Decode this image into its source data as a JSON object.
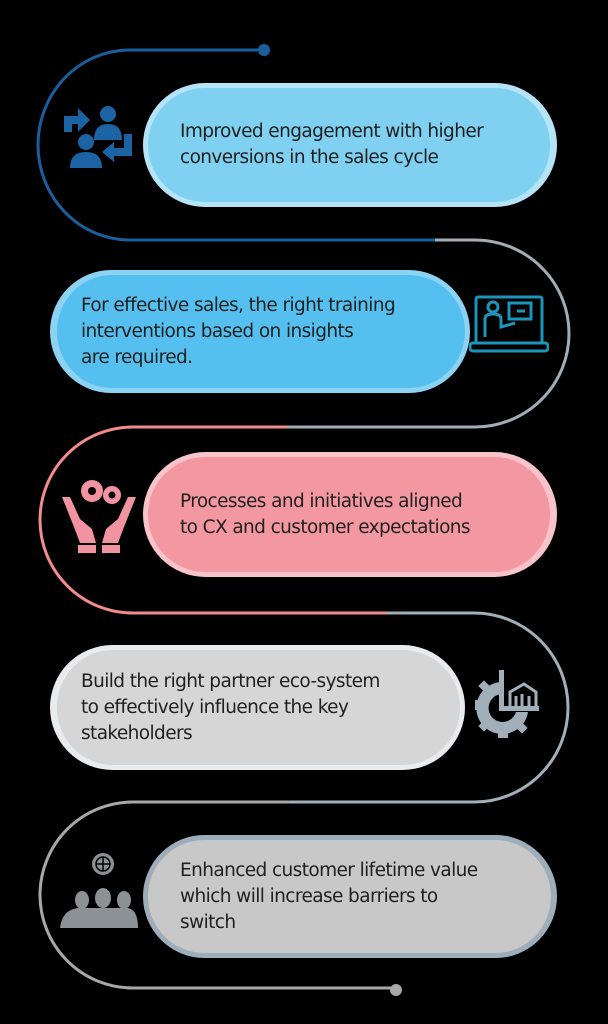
{
  "steps": [
    {
      "text": "Improved engagement with higher conversions in the sales cycle",
      "lines": [
        "Improved engagement with higher",
        "conversions in the sales cycle"
      ],
      "icon": "people-exchange-icon",
      "fill": "#7fd0f1",
      "border": "#b5e3f7",
      "icon_color": "#1b63a3"
    },
    {
      "text": "For effective sales, the right training interventions based on insights are required.",
      "lines": [
        "For effective sales, the right training",
        "interventions based on insights",
        "are required."
      ],
      "icon": "laptop-presenter-icon",
      "fill": "#55c0ef",
      "border": "#8cd3f3",
      "icon_color": "#1b95ba"
    },
    {
      "text": "Processes and initiatives aligned to CX and customer expectations",
      "lines": [
        "Processes and initiatives aligned",
        "to CX and customer expectations"
      ],
      "icon": "hands-gears-icon",
      "fill": "#f397a1",
      "border": "#f8c3cb",
      "icon_color": "#f193a0"
    },
    {
      "text": "Build the right partner eco-system to effectively influence the key stakeholders",
      "lines": [
        "Build the right partner eco-system",
        "to effectively influence the key",
        "stakeholders"
      ],
      "icon": "gear-chart-icon",
      "fill": "#d6d6d6",
      "border": "#e8ecee",
      "icon_color": "#a0afba"
    },
    {
      "text": "Enhanced customer lifetime value which will increase barriers to switch",
      "lines": [
        "Enhanced customer lifetime value",
        "which will increase barriers to",
        "switch"
      ],
      "icon": "team-globe-icon",
      "fill": "#c8c8c8",
      "border": "#9daeba",
      "icon_color": "#8c9195"
    }
  ],
  "path_colors": {
    "blue": "#1a5e9c",
    "gray_blue": "#a0adb7",
    "pink": "#f28b8e",
    "gray": "#a8a8a8"
  }
}
